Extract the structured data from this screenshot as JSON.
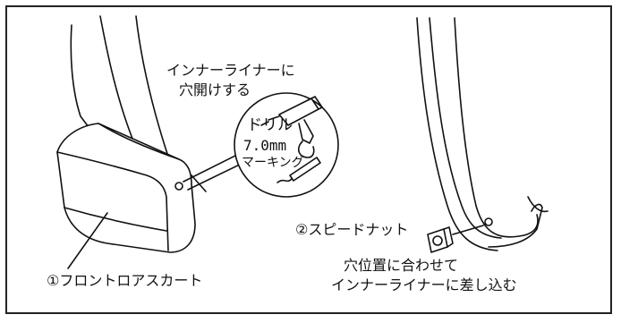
{
  "labels": {
    "instruction_drill_line1": "インナーライナーに",
    "instruction_drill_line2": "穴開けする",
    "drill_label": "ドリル",
    "drill_size": "7.0mm",
    "marking_label": "マーキング",
    "part1_label": "①フロントロアスカート",
    "part2_label": "②スピードナット",
    "instruction_insert_line1": "穴位置に合わせて",
    "instruction_insert_line2": "インナーライナーに差し込む"
  }
}
